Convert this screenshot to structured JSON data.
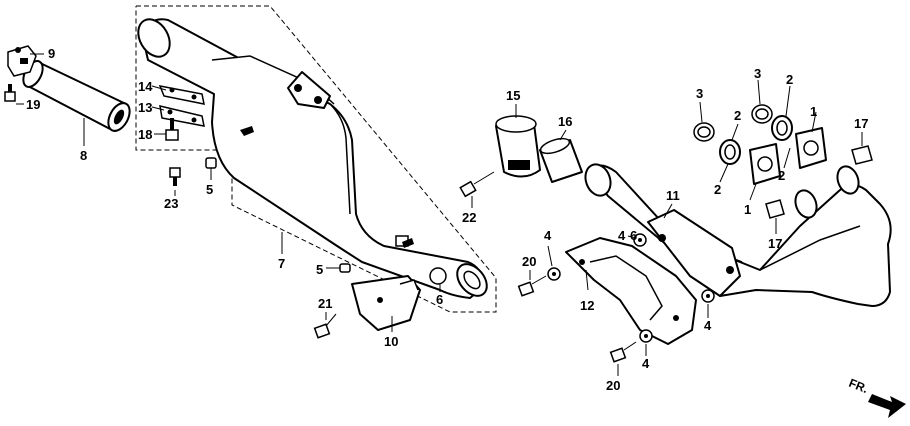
{
  "callouts": [
    {
      "id": "c1",
      "text": "1"
    },
    {
      "id": "c2",
      "text": "1"
    },
    {
      "id": "c3",
      "text": "2"
    },
    {
      "id": "c4",
      "text": "2"
    },
    {
      "id": "c5",
      "text": "2"
    },
    {
      "id": "c6",
      "text": "2"
    },
    {
      "id": "c7",
      "text": "3"
    },
    {
      "id": "c8",
      "text": "3"
    },
    {
      "id": "c9",
      "text": "4"
    },
    {
      "id": "c10",
      "text": "4"
    },
    {
      "id": "c11",
      "text": "4"
    },
    {
      "id": "c12",
      "text": "4"
    },
    {
      "id": "c13",
      "text": "5"
    },
    {
      "id": "c14",
      "text": "5"
    },
    {
      "id": "c15",
      "text": "6"
    },
    {
      "id": "c16",
      "text": "6"
    },
    {
      "id": "c17",
      "text": "7"
    },
    {
      "id": "c18",
      "text": "8"
    },
    {
      "id": "c19",
      "text": "9"
    },
    {
      "id": "c20",
      "text": "10"
    },
    {
      "id": "c21",
      "text": "11"
    },
    {
      "id": "c22",
      "text": "12"
    },
    {
      "id": "c23",
      "text": "13"
    },
    {
      "id": "c24",
      "text": "14"
    },
    {
      "id": "c25",
      "text": "15"
    },
    {
      "id": "c26",
      "text": "16"
    },
    {
      "id": "c27",
      "text": "17"
    },
    {
      "id": "c28",
      "text": "17"
    },
    {
      "id": "c29",
      "text": "18"
    },
    {
      "id": "c30",
      "text": "19"
    },
    {
      "id": "c31",
      "text": "20"
    },
    {
      "id": "c32",
      "text": "20"
    },
    {
      "id": "c33",
      "text": "21"
    },
    {
      "id": "c34",
      "text": "22"
    },
    {
      "id": "c35",
      "text": "23"
    }
  ],
  "direction_label": "FR."
}
